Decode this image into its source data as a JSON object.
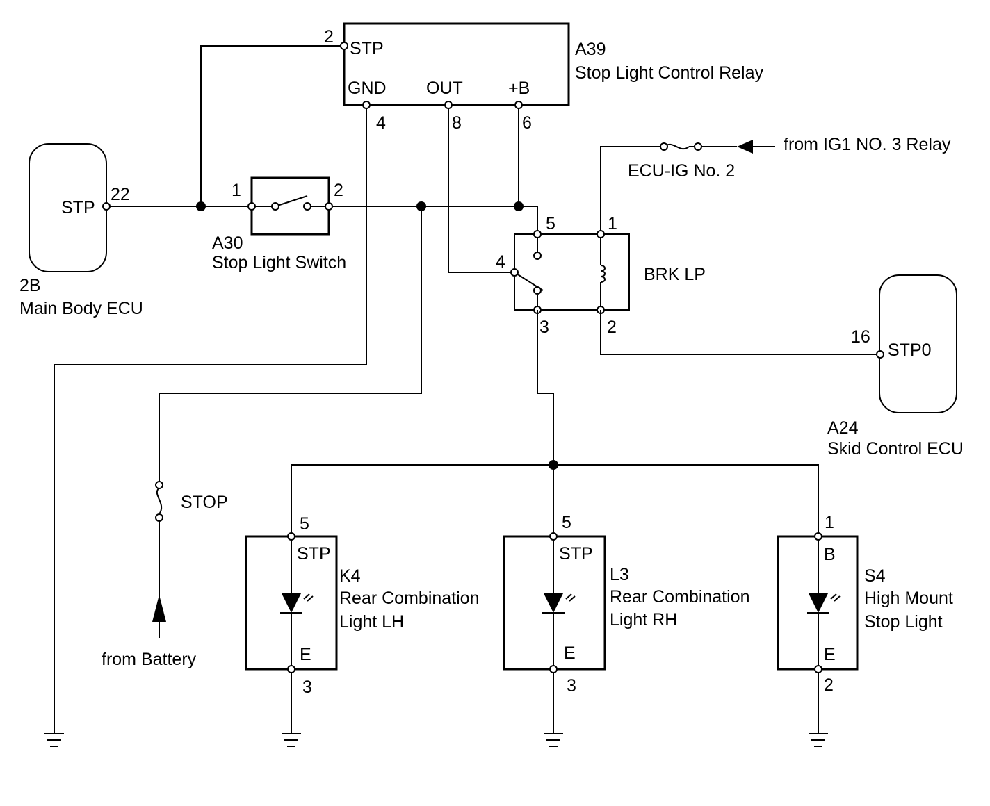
{
  "relay_a39": {
    "code": "A39",
    "name": "Stop Light Control Relay",
    "pins": {
      "stp": {
        "label": "STP",
        "num": "2"
      },
      "gnd": {
        "label": "GND",
        "num": "4"
      },
      "out": {
        "label": "OUT",
        "num": "8"
      },
      "b": {
        "label": "+B",
        "num": "6"
      }
    }
  },
  "main_body_ecu": {
    "code": "2B",
    "name": "Main Body ECU",
    "pin_label": "STP",
    "pin_num": "22"
  },
  "switch_a30": {
    "code": "A30",
    "name": "Stop Light Switch",
    "pin1": "1",
    "pin2": "2"
  },
  "fuse_ecu_ig": {
    "name": "ECU-IG No. 2",
    "source": "from IG1 NO. 3 Relay"
  },
  "brk_lp": {
    "name": "BRK LP",
    "pins": {
      "p1": "1",
      "p2": "2",
      "p3": "3",
      "p4": "4",
      "p5": "5"
    }
  },
  "skid_ecu": {
    "code": "A24",
    "name": "Skid Control ECU",
    "pin_label": "STP0",
    "pin_num": "16"
  },
  "fuse_stop": {
    "name": "STOP",
    "source": "from Battery"
  },
  "lights": [
    {
      "code": "K4",
      "name_line1": "Rear Combination",
      "name_line2": "Light LH",
      "top_label": "STP",
      "top_num": "5",
      "bottom_label": "E",
      "bottom_num": "3"
    },
    {
      "code": "L3",
      "name_line1": "Rear Combination",
      "name_line2": "Light RH",
      "top_label": "STP",
      "top_num": "5",
      "bottom_label": "E",
      "bottom_num": "3"
    },
    {
      "code": "S4",
      "name_line1": "High Mount",
      "name_line2": "Stop Light",
      "top_label": "B",
      "top_num": "1",
      "bottom_label": "E",
      "bottom_num": "2"
    }
  ]
}
